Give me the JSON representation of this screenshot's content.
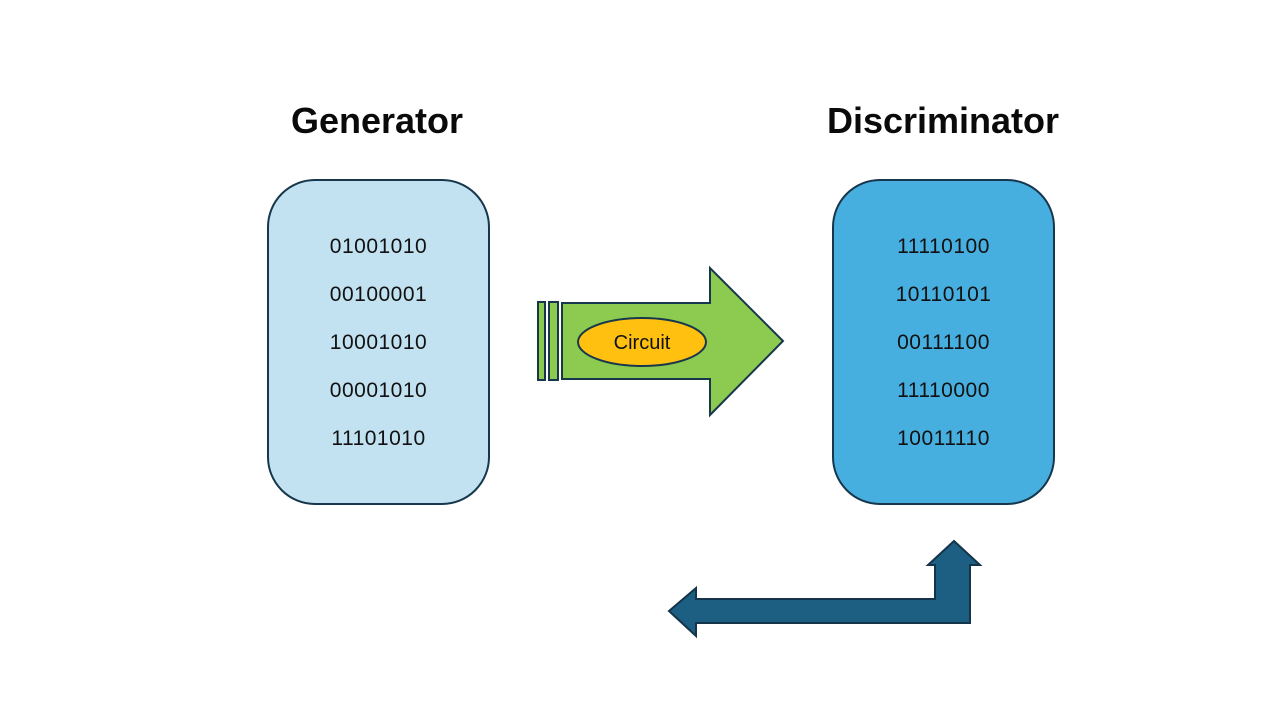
{
  "generator": {
    "title": "Generator",
    "values": [
      "01001010",
      "00100001",
      "10001010",
      "00001010",
      "11101010"
    ],
    "fill": "#c2e2f2",
    "border": "#17374d"
  },
  "discriminator": {
    "title": "Discriminator",
    "values": [
      "11110100",
      "10110101",
      "00111100",
      "11110000",
      "10011110"
    ],
    "fill": "#47afdf",
    "border": "#17374d"
  },
  "circuit_arrow": {
    "label": "Circuit",
    "arrow_fill": "#8ccb4f",
    "ellipse_fill": "#ffc010",
    "outline": "#17374d"
  },
  "feedback_arrow": {
    "fill": "#1c5f82",
    "outline": "#153449"
  }
}
